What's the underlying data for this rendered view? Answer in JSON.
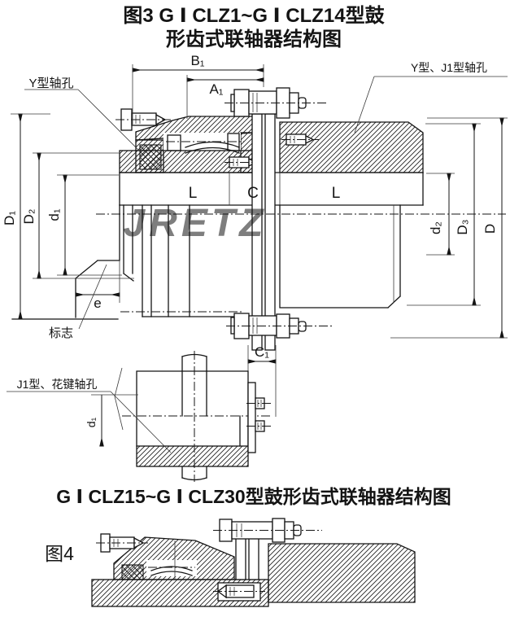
{
  "page": {
    "background": "#ffffff",
    "line_color": "#141414"
  },
  "figure3": {
    "title_line1": "图3  G Ⅰ CLZ1~G Ⅰ CLZ14型鼓",
    "title_line2": "形齿式联轴器结构图",
    "callouts": {
      "y_bore": "Y型轴孔",
      "y_j1_bore": "Y型、J1型轴孔",
      "mark": "标志",
      "j1_spline_bore": "J1型、花键轴孔"
    },
    "dims": {
      "B1": "B₁",
      "A1": "A₁",
      "D1": "D₁",
      "D2": "D₂",
      "d1": "d₁",
      "L": "L",
      "C": "C",
      "d2": "d₂",
      "D3": "D₃",
      "D": "D",
      "e": "e",
      "C1": "C₁",
      "d1_section": "d₁"
    }
  },
  "figure4": {
    "heading": "G Ⅰ CLZ15~G Ⅰ CLZ30型鼓形齿式联轴器结构图",
    "caption": "图4"
  },
  "watermark": {
    "text": "JRETZ",
    "color": "#e97a7a"
  }
}
